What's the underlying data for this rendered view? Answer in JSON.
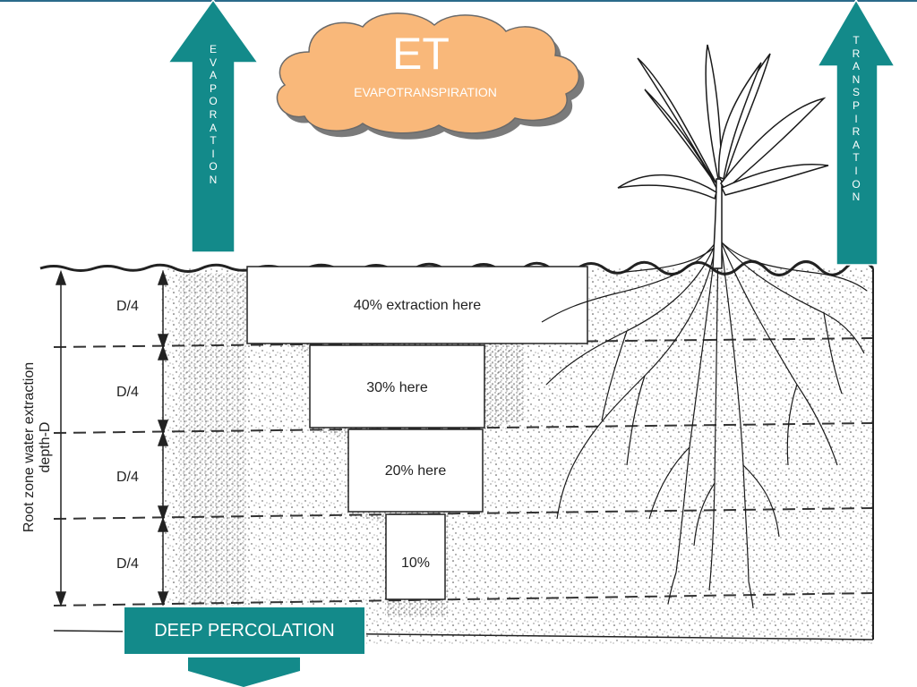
{
  "cloud": {
    "title": "ET",
    "subtitle": "EVAPOTRANSPIRATION"
  },
  "arrows": {
    "left": {
      "letters": [
        "E",
        "V",
        "A",
        "P",
        "O",
        "R",
        "A",
        "T",
        "I",
        "O",
        "N"
      ]
    },
    "right": {
      "letters": [
        "T",
        "R",
        "A",
        "N",
        "S",
        "P",
        "I",
        "R",
        "A",
        "T",
        "I",
        "O",
        "N"
      ]
    }
  },
  "axis_label": "Root zone water extraction depth-D",
  "layers": [
    {
      "depth_label": "D/4",
      "extraction": "40% extraction here"
    },
    {
      "depth_label": "D/4",
      "extraction": "30% here"
    },
    {
      "depth_label": "D/4",
      "extraction": "20% here"
    },
    {
      "depth_label": "D/4",
      "extraction": "10%"
    }
  ],
  "deep_percolation": "DEEP PERCOLATION",
  "colors": {
    "teal": "#138a8a",
    "cloud_fill": "#f9b87a",
    "cloud_stroke": "#7a7a7a"
  }
}
